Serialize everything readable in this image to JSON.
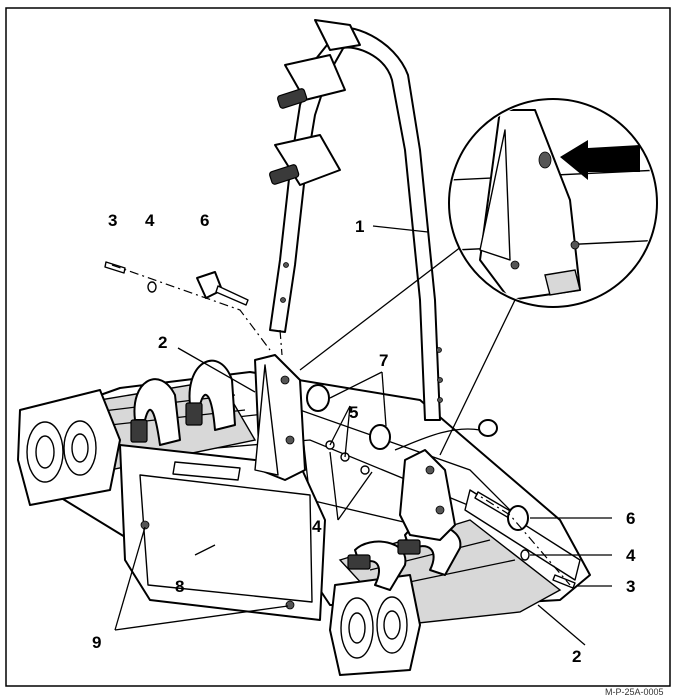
{
  "figure": {
    "reference_code": "M-P-25A-0005"
  },
  "callouts": {
    "c1": "1",
    "c2_upper": "2",
    "c2_lower": "2",
    "c3_left": "3",
    "c3_right": "3",
    "c4_left": "4",
    "c4_middle": "4",
    "c4_right": "4",
    "c5": "5",
    "c6_left": "6",
    "c6_right": "6",
    "c7": "7",
    "c8": "8",
    "c9": "9"
  },
  "icons": {
    "detail_arrow": "arrow-left-icon"
  }
}
